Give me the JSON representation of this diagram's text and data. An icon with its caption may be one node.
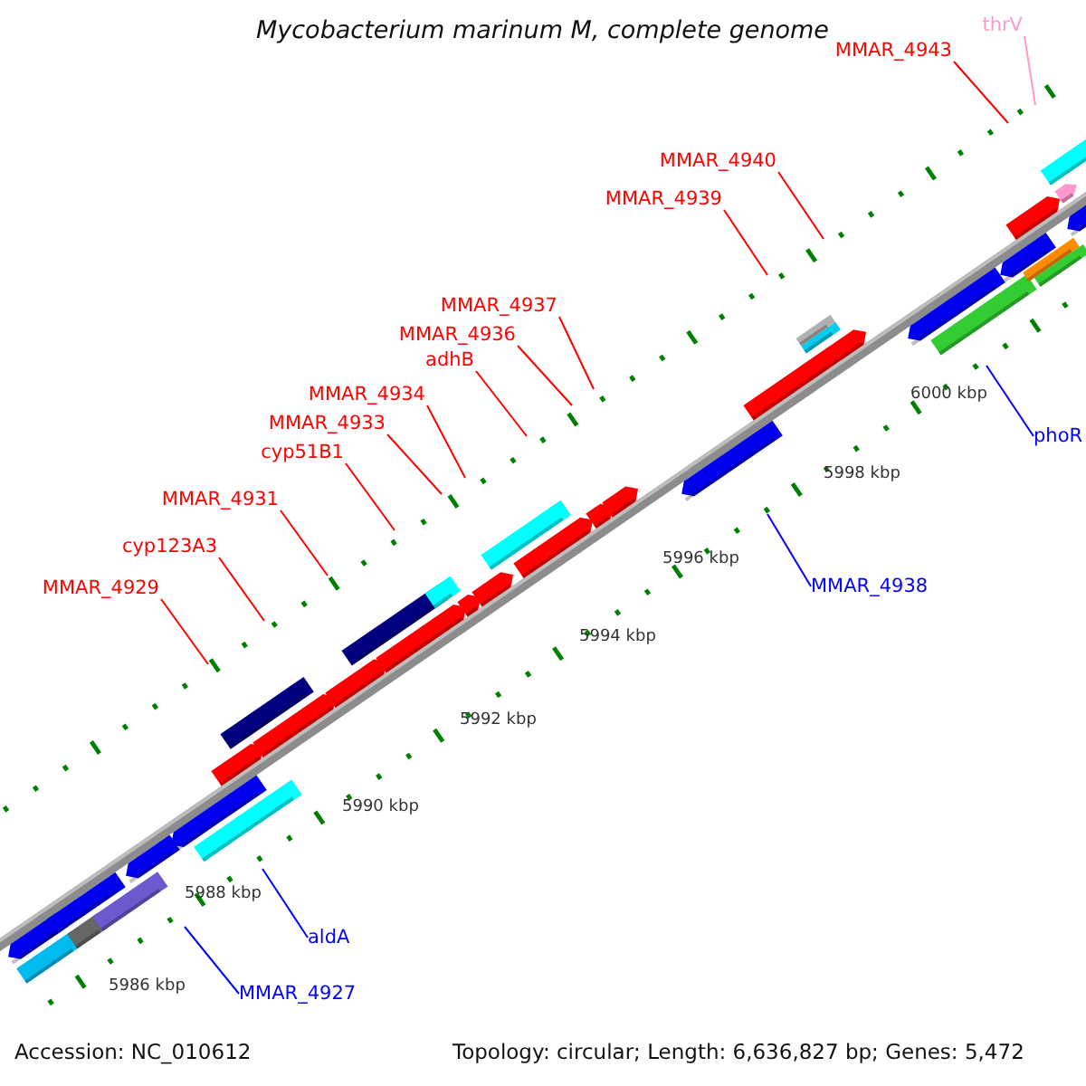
{
  "diagram": {
    "title": "Mycobacterium marinum M, complete genome",
    "nodes": [
      {
        "text": [
          "MMAR_4943"
        ]
      },
      {
        "text": [
          "thrV"
        ]
      },
      {
        "text": [
          "MMAR_4940"
        ]
      },
      {
        "text": [
          "MMAR_4939"
        ]
      },
      {
        "text": [
          "MMAR_4937"
        ]
      },
      {
        "text": [
          "MMAR_4936"
        ]
      },
      {
        "text": [
          "adhB"
        ]
      },
      {
        "text": [
          "MMAR_4934"
        ]
      },
      {
        "text": [
          "MMAR_4933"
        ]
      },
      {
        "text": [
          "cyp51B1"
        ]
      },
      {
        "text": [
          "MMAR_4931"
        ]
      },
      {
        "text": [
          "cyp123A3"
        ]
      },
      {
        "text": [
          "MMAR_4929"
        ]
      },
      {
        "text": [
          "MMAR_4938"
        ]
      },
      {
        "text": [
          "phoR"
        ]
      },
      {
        "text": [
          "aldA"
        ]
      },
      {
        "text": [
          "MMAR_4927"
        ]
      }
    ],
    "edges": [
      {
        "from": 0,
        "to": null,
        "arrow": "none"
      },
      {
        "from": 1,
        "to": null,
        "arrow": "none",
        "color": "#ff99cc"
      },
      {
        "from": 2,
        "to": null,
        "arrow": "none"
      },
      {
        "from": 3,
        "to": null,
        "arrow": "none"
      },
      {
        "from": 4,
        "to": null,
        "arrow": "none"
      },
      {
        "from": 5,
        "to": null,
        "arrow": "none"
      },
      {
        "from": 6,
        "to": null,
        "arrow": "none"
      },
      {
        "from": 7,
        "to": null,
        "arrow": "none"
      },
      {
        "from": 8,
        "to": null,
        "arrow": "none"
      },
      {
        "from": 9,
        "to": null,
        "arrow": "none"
      },
      {
        "from": 10,
        "to": null,
        "arrow": "none"
      },
      {
        "from": 11,
        "to": null,
        "arrow": "none"
      },
      {
        "from": 12,
        "to": null,
        "arrow": "none"
      },
      {
        "from": 13,
        "to": null,
        "arrow": "none",
        "color": "#0000ff"
      },
      {
        "from": 14,
        "to": null,
        "arrow": "none",
        "color": "#0000ff"
      },
      {
        "from": 15,
        "to": null,
        "arrow": "none",
        "color": "#0000ff"
      },
      {
        "from": 16,
        "to": null,
        "arrow": "none",
        "color": "#0000ff"
      }
    ],
    "labels": [
      "6000 kbp",
      "5998 kbp",
      "5996 kbp",
      "5994 kbp",
      "5992 kbp",
      "5990 kbp",
      "5988 kbp",
      "5986 kbp",
      "Accession: NC_010612",
      "Topology: circular; Length: 6,636,827 bp; Genes: 5,472"
    ]
  }
}
